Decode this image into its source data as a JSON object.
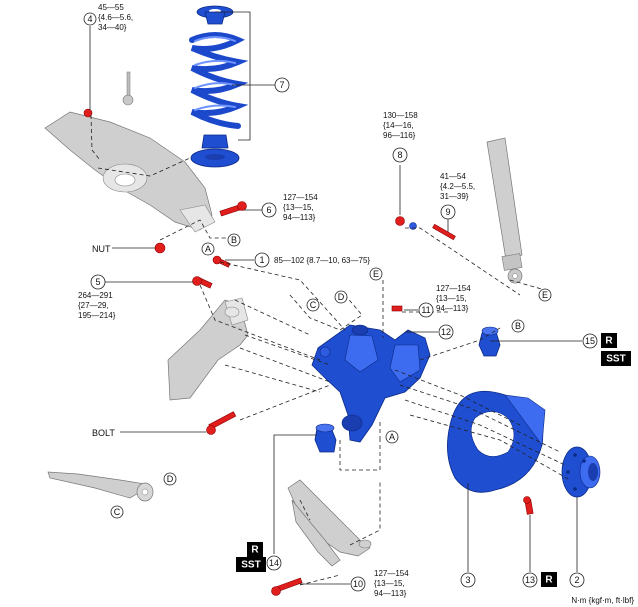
{
  "callouts": {
    "c1": "1",
    "c2": "2",
    "c3": "3",
    "c4": "4",
    "c5": "5",
    "c6": "6",
    "c7": "7",
    "c8": "8",
    "c9": "9",
    "c10": "10",
    "c11": "11",
    "c12": "12",
    "c13": "13",
    "c14": "14",
    "c15": "15"
  },
  "letters": {
    "A": "A",
    "B": "B",
    "C": "C",
    "D": "D",
    "E": "E"
  },
  "labels": {
    "nut": "NUT",
    "bolt": "BOLT"
  },
  "tags": {
    "r": "R",
    "sst": "SST"
  },
  "torque": {
    "t4": [
      "45—55",
      "{4.6—5.6,",
      "34—40}"
    ],
    "t6": [
      "127—154",
      "{13—15,",
      "94—113}"
    ],
    "t1": [
      "85—102 {8.7—10, 63—75}"
    ],
    "t5": [
      "264—291",
      "{27—29,",
      "195—214}"
    ],
    "t8": [
      "130—158",
      "{14—16,",
      "96—116}"
    ],
    "t9": [
      "41—54",
      "{4.2—5.5,",
      "31—39}"
    ],
    "t11": [
      "127—154",
      "{13—15,",
      "94—113}"
    ],
    "t10": [
      "127—154",
      "{13—15,",
      "94—113}"
    ]
  },
  "units": "N·m {kgf·m, ft·lbf}",
  "colors": {
    "part_blue": "#1f4ed1",
    "fastener_red": "#e01e1e",
    "arm_gray": "#cfcfcf"
  }
}
